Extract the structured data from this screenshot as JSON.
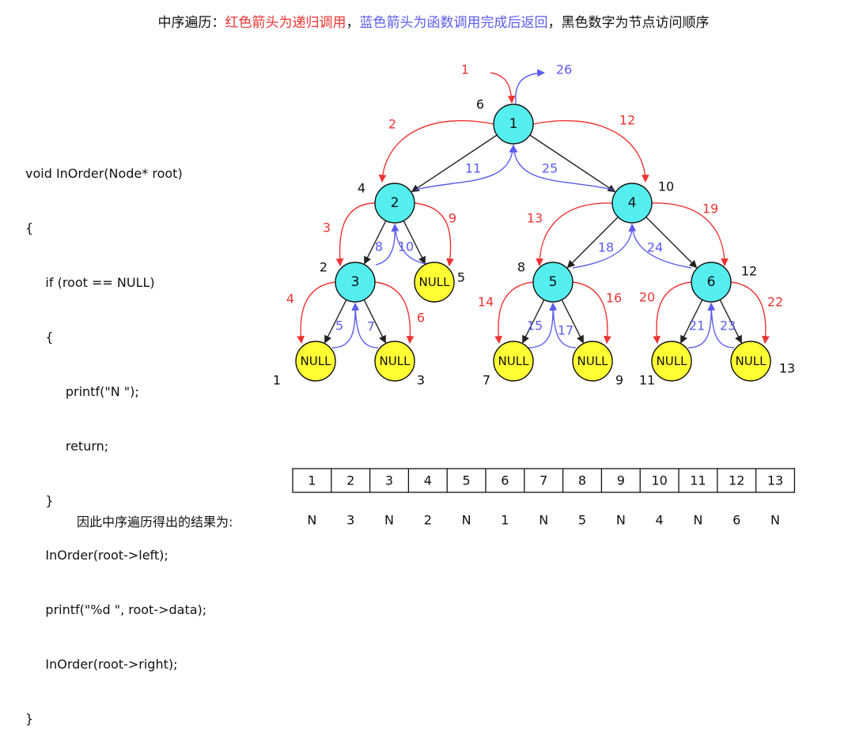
{
  "header": {
    "prefix": "中序遍历：",
    "red_text": "红色箭头为递归调用",
    "sep1": "，",
    "blue_text": "蓝色箭头为函数调用完成后返回",
    "sep2": "，",
    "black_text": "黑色数字为节点访问顺序"
  },
  "code_lines": [
    "void InOrder(Node* root)",
    "{",
    "     if (root == NULL)",
    "     {",
    "          printf(\"N \");",
    "          return;",
    "     }",
    "     InOrder(root->left);",
    "     printf(\"%d \", root->data);",
    "     InOrder(root->right);",
    "}"
  ],
  "tree": {
    "nodes": [
      {
        "id": "n1",
        "label": "1",
        "type": "value",
        "visit": "6"
      },
      {
        "id": "n2",
        "label": "2",
        "type": "value",
        "visit": "4"
      },
      {
        "id": "n4",
        "label": "4",
        "type": "value",
        "visit": "10"
      },
      {
        "id": "n3",
        "label": "3",
        "type": "value",
        "visit": "2"
      },
      {
        "id": "nA",
        "label": "NULL",
        "type": "null",
        "visit": "5"
      },
      {
        "id": "n5",
        "label": "5",
        "type": "value",
        "visit": "8"
      },
      {
        "id": "n6",
        "label": "6",
        "type": "value",
        "visit": "12"
      },
      {
        "id": "nB",
        "label": "NULL",
        "type": "null",
        "visit": "1"
      },
      {
        "id": "nC",
        "label": "NULL",
        "type": "null",
        "visit": "3"
      },
      {
        "id": "nD",
        "label": "NULL",
        "type": "null",
        "visit": "7"
      },
      {
        "id": "nE",
        "label": "NULL",
        "type": "null",
        "visit": "9"
      },
      {
        "id": "nF",
        "label": "NULL",
        "type": "null",
        "visit": "11"
      },
      {
        "id": "nG",
        "label": "NULL",
        "type": "null",
        "visit": "13"
      }
    ],
    "edges": [
      [
        "n1",
        "n2"
      ],
      [
        "n1",
        "n4"
      ],
      [
        "n2",
        "n3"
      ],
      [
        "n2",
        "nA"
      ],
      [
        "n3",
        "nB"
      ],
      [
        "n3",
        "nC"
      ],
      [
        "n4",
        "n5"
      ],
      [
        "n4",
        "n6"
      ],
      [
        "n5",
        "nD"
      ],
      [
        "n5",
        "nE"
      ],
      [
        "n6",
        "nF"
      ],
      [
        "n6",
        "nG"
      ]
    ],
    "entry_call": "1",
    "exit_return": "26",
    "call_arrows": [
      {
        "from": "n1",
        "to": "n2",
        "step": "2"
      },
      {
        "from": "n2",
        "to": "n3",
        "step": "3"
      },
      {
        "from": "n3",
        "to": "nB",
        "step": "4"
      },
      {
        "from": "n3",
        "to": "nC",
        "step": "6"
      },
      {
        "from": "n2",
        "to": "nA",
        "step": "9"
      },
      {
        "from": "n1",
        "to": "n4",
        "step": "12"
      },
      {
        "from": "n4",
        "to": "n5",
        "step": "13"
      },
      {
        "from": "n5",
        "to": "nD",
        "step": "14"
      },
      {
        "from": "n5",
        "to": "nE",
        "step": "16"
      },
      {
        "from": "n4",
        "to": "n6",
        "step": "19"
      },
      {
        "from": "n6",
        "to": "nF",
        "step": "20"
      },
      {
        "from": "n6",
        "to": "nG",
        "step": "22"
      }
    ],
    "return_arrows": [
      {
        "from": "nB",
        "to": "n3",
        "step": "5"
      },
      {
        "from": "nC",
        "to": "n3",
        "step": "7"
      },
      {
        "from": "n3",
        "to": "n2",
        "step": "8"
      },
      {
        "from": "nA",
        "to": "n2",
        "step": "10"
      },
      {
        "from": "n2",
        "to": "n1",
        "step": "11"
      },
      {
        "from": "nD",
        "to": "n5",
        "step": "15"
      },
      {
        "from": "nE",
        "to": "n5",
        "step": "17"
      },
      {
        "from": "n5",
        "to": "n4",
        "step": "18"
      },
      {
        "from": "nF",
        "to": "n6",
        "step": "21"
      },
      {
        "from": "nG",
        "to": "n6",
        "step": "23"
      },
      {
        "from": "n6",
        "to": "n4",
        "step": "24"
      },
      {
        "from": "n4",
        "to": "n1",
        "step": "25"
      }
    ]
  },
  "visit_table": {
    "indices": [
      "1",
      "2",
      "3",
      "4",
      "5",
      "6",
      "7",
      "8",
      "9",
      "10",
      "11",
      "12",
      "13"
    ],
    "outputs": [
      "N",
      "3",
      "N",
      "2",
      "N",
      "1",
      "N",
      "5",
      "N",
      "4",
      "N",
      "6",
      "N"
    ]
  },
  "result_label": "因此中序遍历得出的结果为:",
  "colors": {
    "call": "#ee3333",
    "return": "#5c5cf0",
    "edge": "#222222",
    "value_node": "#55eeee",
    "null_node": "#ffff33",
    "text": "#111111"
  }
}
